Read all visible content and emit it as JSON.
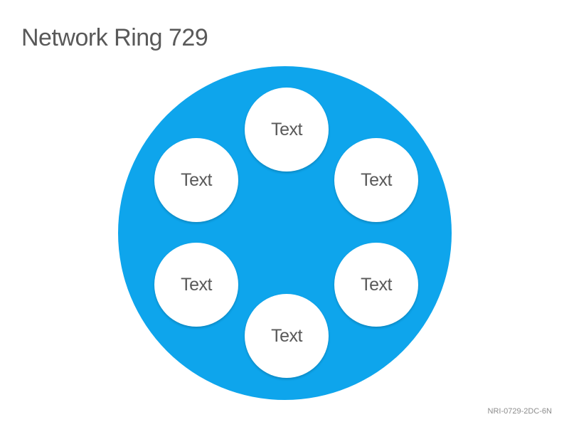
{
  "title": "Network Ring 729",
  "ring": {
    "color": "#0ea5ec",
    "nodes": [
      {
        "label": "Text"
      },
      {
        "label": "Text"
      },
      {
        "label": "Text"
      },
      {
        "label": "Text"
      },
      {
        "label": "Text"
      },
      {
        "label": "Text"
      }
    ]
  },
  "footer_code": "NRI-0729-2DC-6N"
}
